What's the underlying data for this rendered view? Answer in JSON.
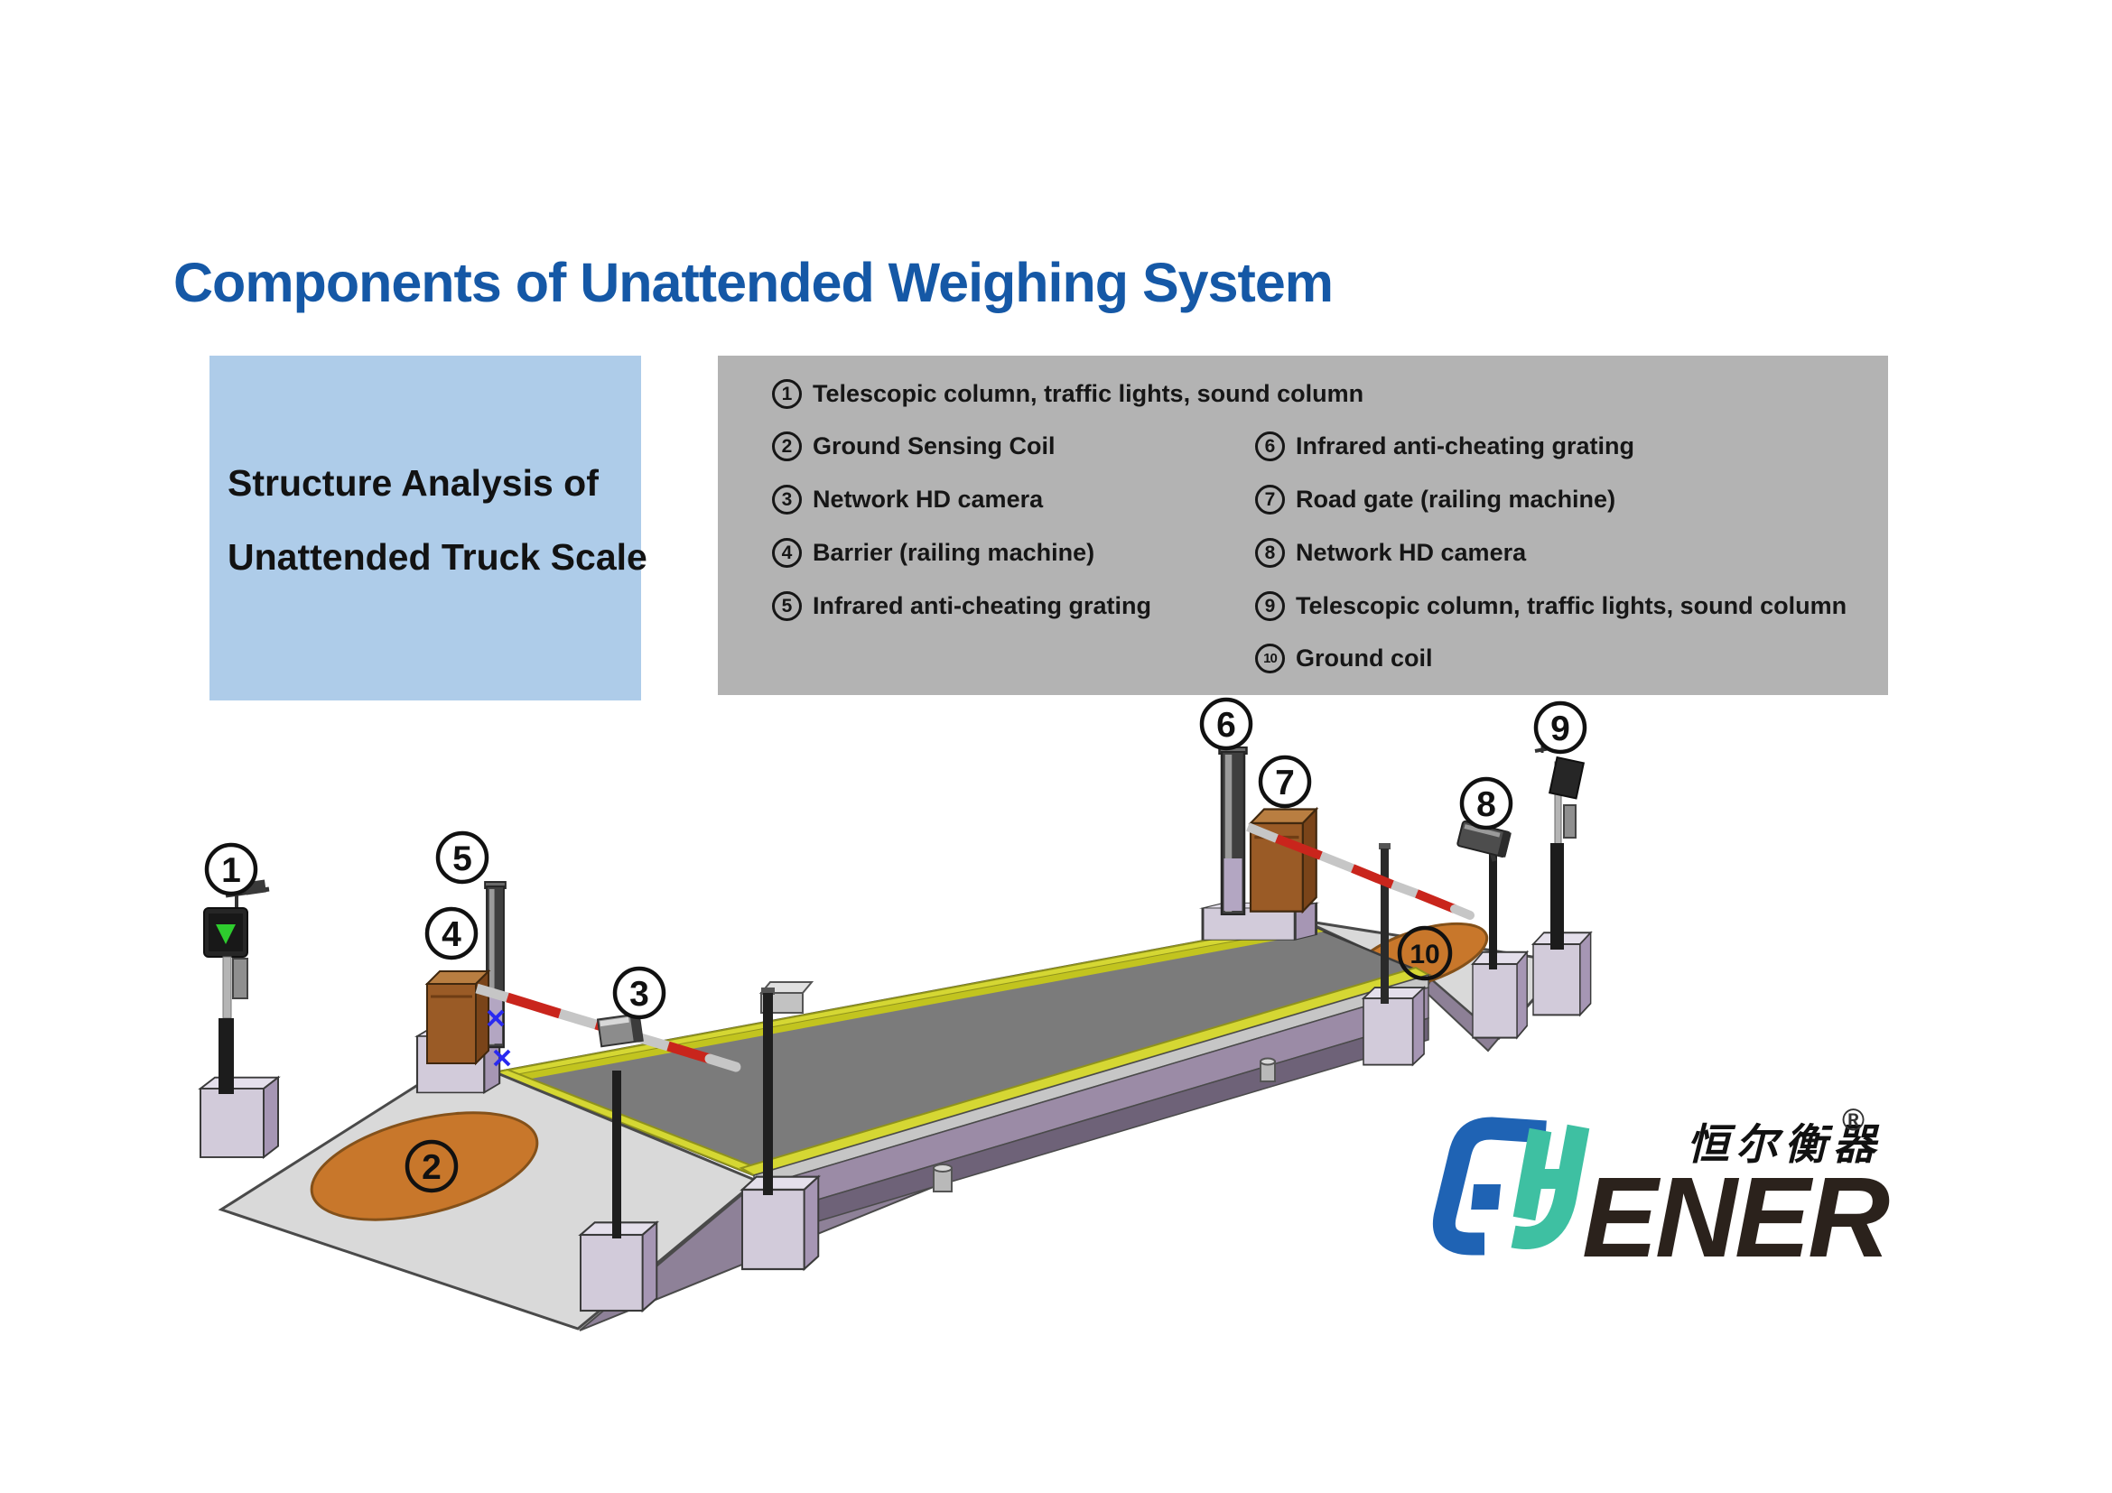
{
  "title": "Components of Unattended Weighing System",
  "info_box": {
    "line1": "Structure Analysis of",
    "line2": "Unattended Truck Scale"
  },
  "legend": {
    "items": [
      {
        "num": "1",
        "label": "Telescopic column, traffic lights, sound column"
      },
      {
        "num": "2",
        "label": "Ground Sensing Coil"
      },
      {
        "num": "3",
        "label": "Network HD camera"
      },
      {
        "num": "4",
        "label": "Barrier (railing machine)"
      },
      {
        "num": "5",
        "label": "Infrared anti-cheating grating"
      },
      {
        "num": "6",
        "label": "Infrared anti-cheating grating"
      },
      {
        "num": "7",
        "label": "Road gate (railing machine)"
      },
      {
        "num": "8",
        "label": "Network HD camera"
      },
      {
        "num": "9",
        "label": "Telescopic column, traffic lights, sound column"
      },
      {
        "num": "10",
        "label": "Ground coil"
      }
    ]
  },
  "diagram": {
    "callouts": [
      {
        "num": "1"
      },
      {
        "num": "2"
      },
      {
        "num": "3"
      },
      {
        "num": "4"
      },
      {
        "num": "5"
      },
      {
        "num": "6"
      },
      {
        "num": "7"
      },
      {
        "num": "8"
      },
      {
        "num": "9"
      },
      {
        "num": "10"
      }
    ]
  },
  "logo": {
    "brand": "ENER",
    "cjk": "恒尔衡器",
    "reg": "®"
  },
  "colors": {
    "title_blue": "#1558a6",
    "info_box_bg": "#aecce9",
    "legend_bg": "#b3b3b3",
    "deck_gray": "#7b7b7b",
    "stripe_yellow": "#d5d733",
    "ramp_gray": "#d9d9d9",
    "coil_orange": "#c8772b",
    "barrier_brown": "#9a5b26",
    "arm_red": "#c9251c",
    "pedestal_purple": "#a696b4",
    "logo_blue": "#1f63b4",
    "logo_teal": "#3ec0a2"
  }
}
